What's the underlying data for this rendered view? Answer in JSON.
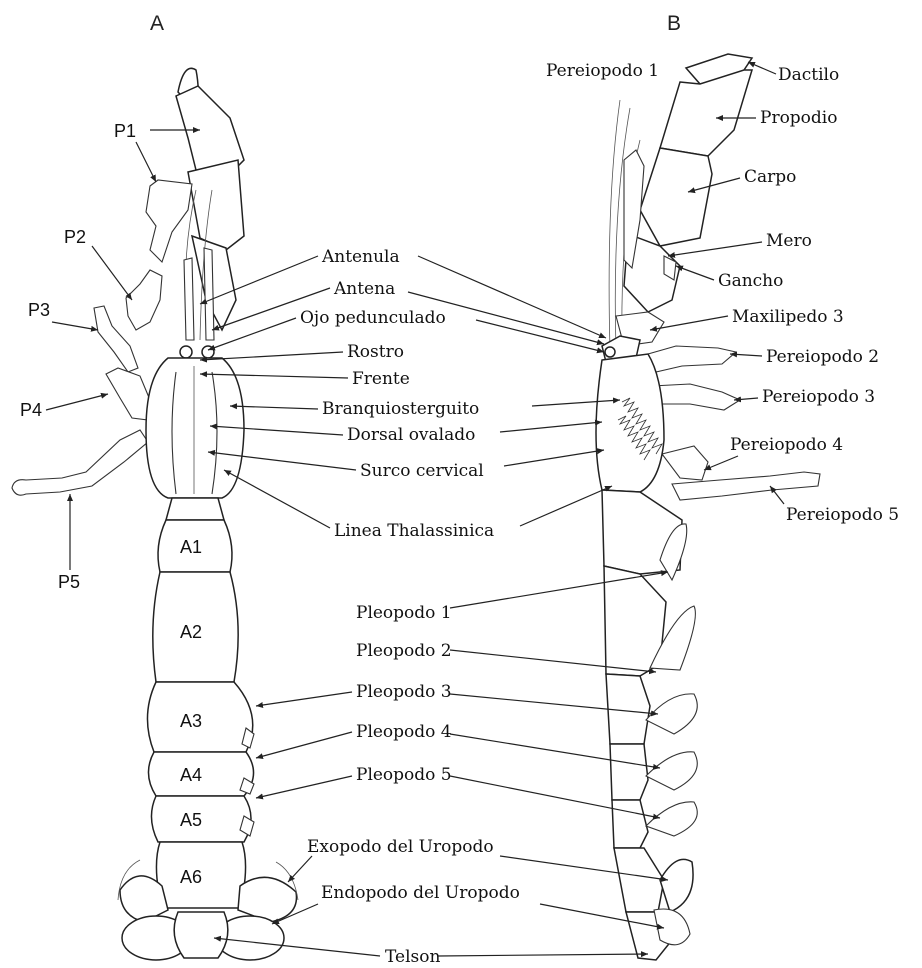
{
  "panels": {
    "a": "A",
    "b": "B"
  },
  "panel_a": {
    "legs": [
      "P1",
      "P2",
      "P3",
      "P4",
      "P5"
    ],
    "abdomen": [
      "A1",
      "A2",
      "A3",
      "A4",
      "A5",
      "A6"
    ]
  },
  "panel_b": {
    "legs": {
      "pereiopodo1": "Pereiopodo 1",
      "pereiopodo2": "Pereiopodo 2",
      "pereiopodo3": "Pereiopodo 3",
      "pereiopodo4": "Pereiopodo 4",
      "pereiopodo5": "Pereiopodo 5"
    },
    "claw": {
      "dactilo": "Dactilo",
      "propodio": "Propodio",
      "carpo": "Carpo",
      "mero": "Mero",
      "gancho": "Gancho",
      "maxilipedo": "Maxilipedo 3"
    }
  },
  "central_labels": {
    "antenula": "Antenula",
    "antena": "Antena",
    "ojo": "Ojo pedunculado",
    "rostro": "Rostro",
    "frente": "Frente",
    "branquio": "Branquiosterguito",
    "dorsal": "Dorsal ovalado",
    "surco": "Surco cervical",
    "linea": "Linea Thalassinica",
    "pleopodo1": "Pleopodo 1",
    "pleopodo2": "Pleopodo 2",
    "pleopodo3": "Pleopodo 3",
    "pleopodo4": "Pleopodo 4",
    "pleopodo5": "Pleopodo 5",
    "exopodo": "Exopodo del Uropodo",
    "endopodo": "Endopodo del Uropodo",
    "telson": "Telson"
  }
}
